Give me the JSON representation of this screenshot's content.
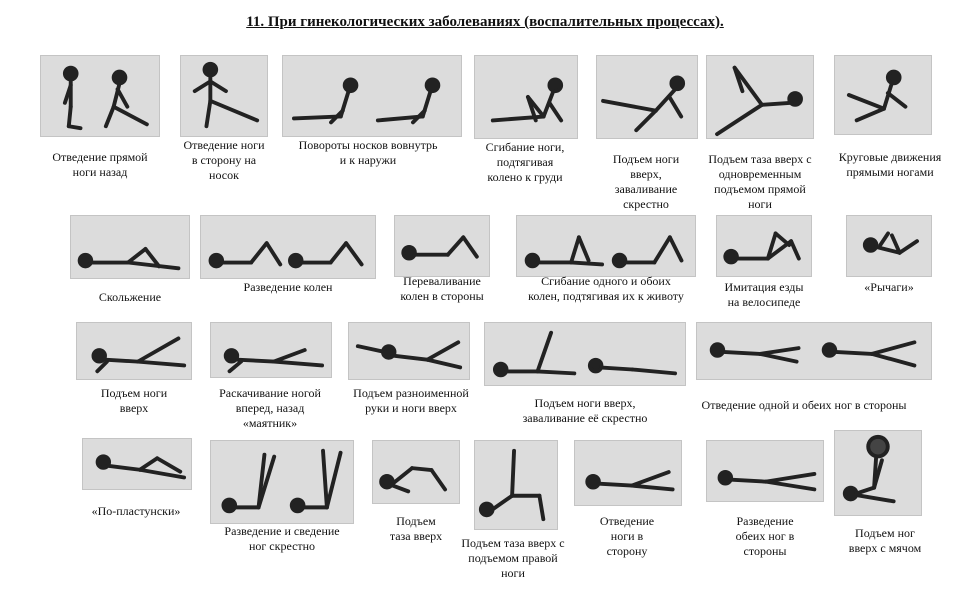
{
  "title": "11. При гинекологических заболеваниях (воспалительных процессах).",
  "exercises": [
    {
      "caption": "Отведение прямой\nноги назад",
      "figure": "kneeling-leg-back"
    },
    {
      "caption": "Отведение ноги\nв сторону на\nносок",
      "figure": "kneeling-leg-side"
    },
    {
      "caption": "Повороты носков вовнутрь\nи к наружи",
      "figure": "sitting-feet-rotation"
    },
    {
      "caption": "Сгибание ноги,\nподтягивая\nколено к груди",
      "figure": "sitting-knee-to-chest"
    },
    {
      "caption": "Подъем ноги\nвверх,\nзаваливание\nскрестно",
      "figure": "leg-raise-cross"
    },
    {
      "caption": "Подъем таза вверх с\nодновременным\nподъемом прямой\nноги",
      "figure": "pelvis-lift-leg"
    },
    {
      "caption": "Круговые движения\nпрямыми ногами",
      "figure": "leg-circles"
    },
    {
      "caption": "Скольжение",
      "figure": "lying-slide"
    },
    {
      "caption": "Разведение колен",
      "figure": "knees-apart"
    },
    {
      "caption": "Переваливание\nколен в стороны",
      "figure": "knees-side-roll"
    },
    {
      "caption": "Сгибание одного и обоих\nколен, подтягивая их к животу",
      "figure": "knees-to-belly"
    },
    {
      "caption": "Имитация езды\nна велосипеде",
      "figure": "bicycle"
    },
    {
      "caption": "«Рычаги»",
      "figure": "levers"
    },
    {
      "caption": "Подъем ноги\nвверх",
      "figure": "side-leg-raise"
    },
    {
      "caption": "Раскачивание ногой\nвперед, назад\n«маятник»",
      "figure": "pendulum"
    },
    {
      "caption": "Подъем разноименной\nруки и ноги вверх",
      "figure": "prone-arm-leg"
    },
    {
      "caption": "Подъем ноги вверх,\nзаваливание её скрестно",
      "figure": "leg-up-cross"
    },
    {
      "caption": "Отведение одной и обеих ног в стороны",
      "figure": "prone-legs-apart"
    },
    {
      "caption": "«По-пластунски»",
      "figure": "crawl"
    },
    {
      "caption": "Разведение и сведение\nног скрестно",
      "figure": "legs-scissors"
    },
    {
      "caption": "Подъем\nтаза вверх",
      "figure": "bridge"
    },
    {
      "caption": "Подъем таза вверх с\nподъемом правой\nноги",
      "figure": "bridge-leg-up"
    },
    {
      "caption": "Отведение\nноги в\nсторону",
      "figure": "prone-leg-side"
    },
    {
      "caption": "Разведение\nобеих ног в\nстороны",
      "figure": "prone-both-legs"
    },
    {
      "caption": "Подъем ног\nвверх с мячом",
      "figure": "legs-up-ball"
    }
  ]
}
